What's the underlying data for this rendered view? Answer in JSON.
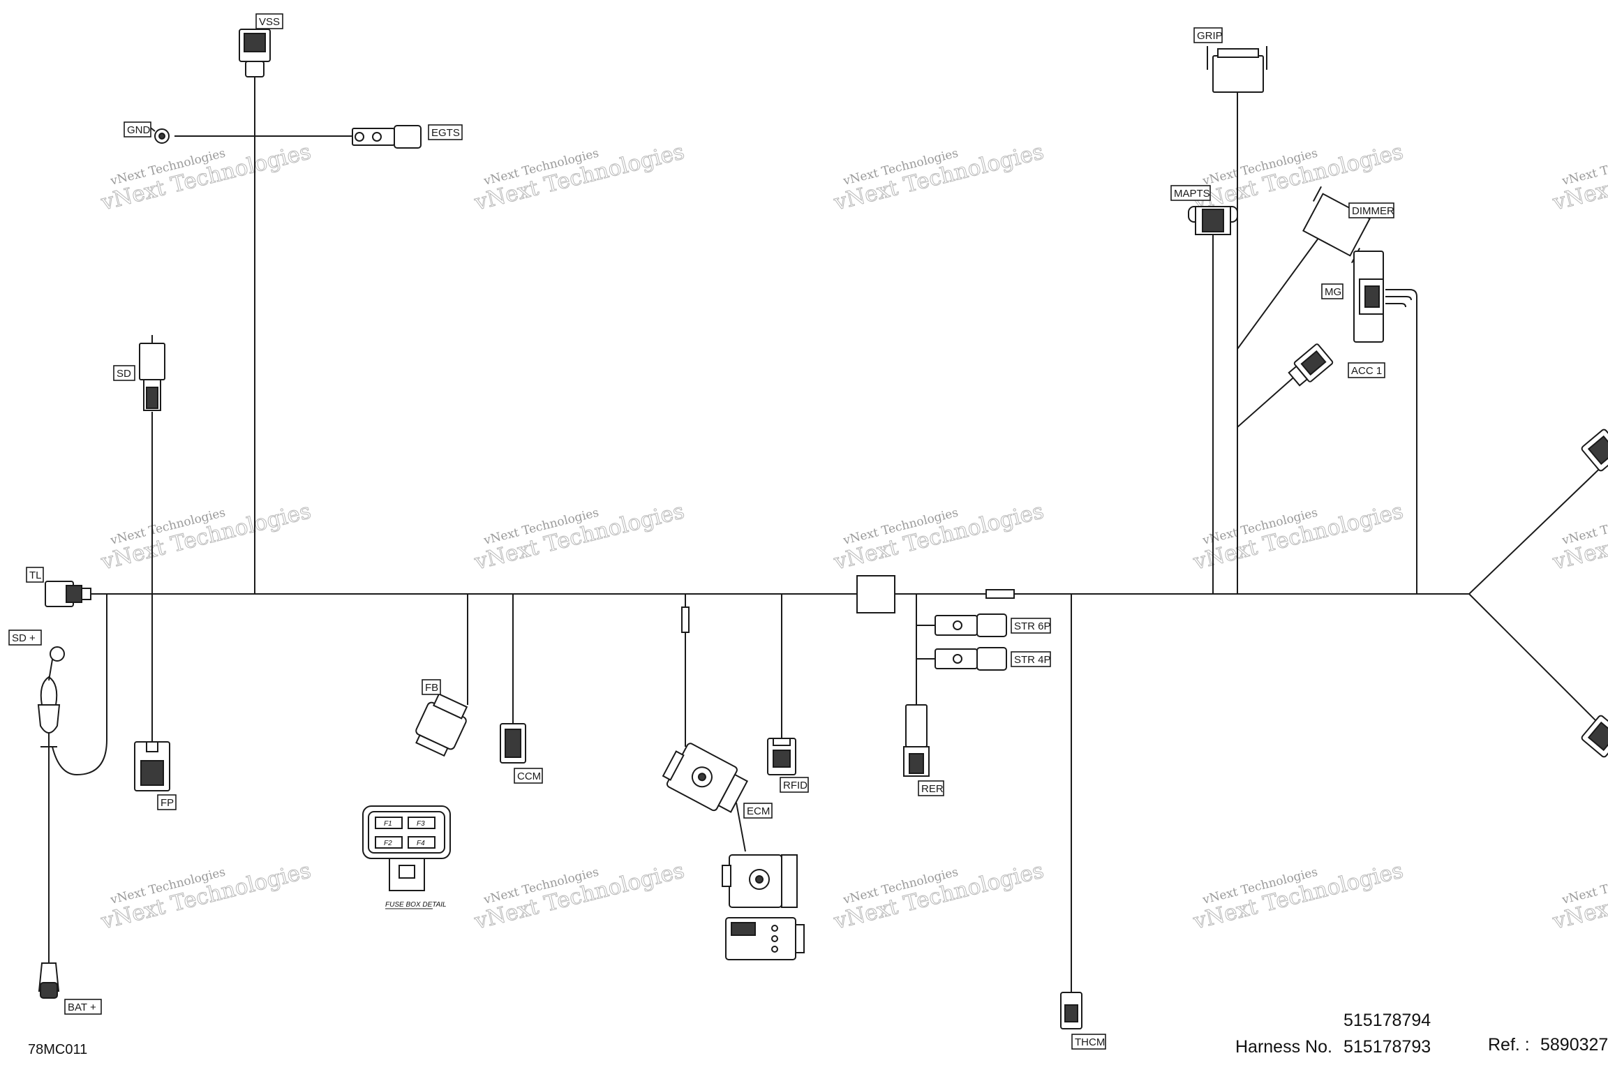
{
  "labels": {
    "vss": "VSS",
    "gnd": "GND",
    "egts": "EGTS",
    "sd": "SD",
    "tl": "TL",
    "sd_plus": "SD +",
    "fp": "FP",
    "bat_plus": "BAT +",
    "fb": "FB",
    "ccm": "CCM",
    "ecm": "ECM",
    "rfid": "RFID",
    "str6p": "STR 6P",
    "str4p": "STR 4P",
    "rer": "RER",
    "thcm": "THCM",
    "grip": "GRIP",
    "mapts": "MAPTS",
    "dimmer": "DIMMER",
    "mg": "MG",
    "acc1": "ACC 1"
  },
  "fuse_box": {
    "caption": "FUSE BOX DETAIL",
    "fuses": [
      "F1",
      "F3",
      "F2",
      "F4"
    ]
  },
  "watermark": {
    "line1": "vNext Technologies",
    "line2": "vNext Technologies"
  },
  "footer": {
    "drawing_code": "78MC011",
    "part_number_1": "515178794",
    "harness_label": "Harness No.",
    "part_number_2": "515178793",
    "ref_label": "Ref. :",
    "ref_number": "5890327"
  },
  "colors": {
    "line": "#1a1a1a",
    "watermark": "#b8b8b8",
    "background": "#ffffff"
  }
}
